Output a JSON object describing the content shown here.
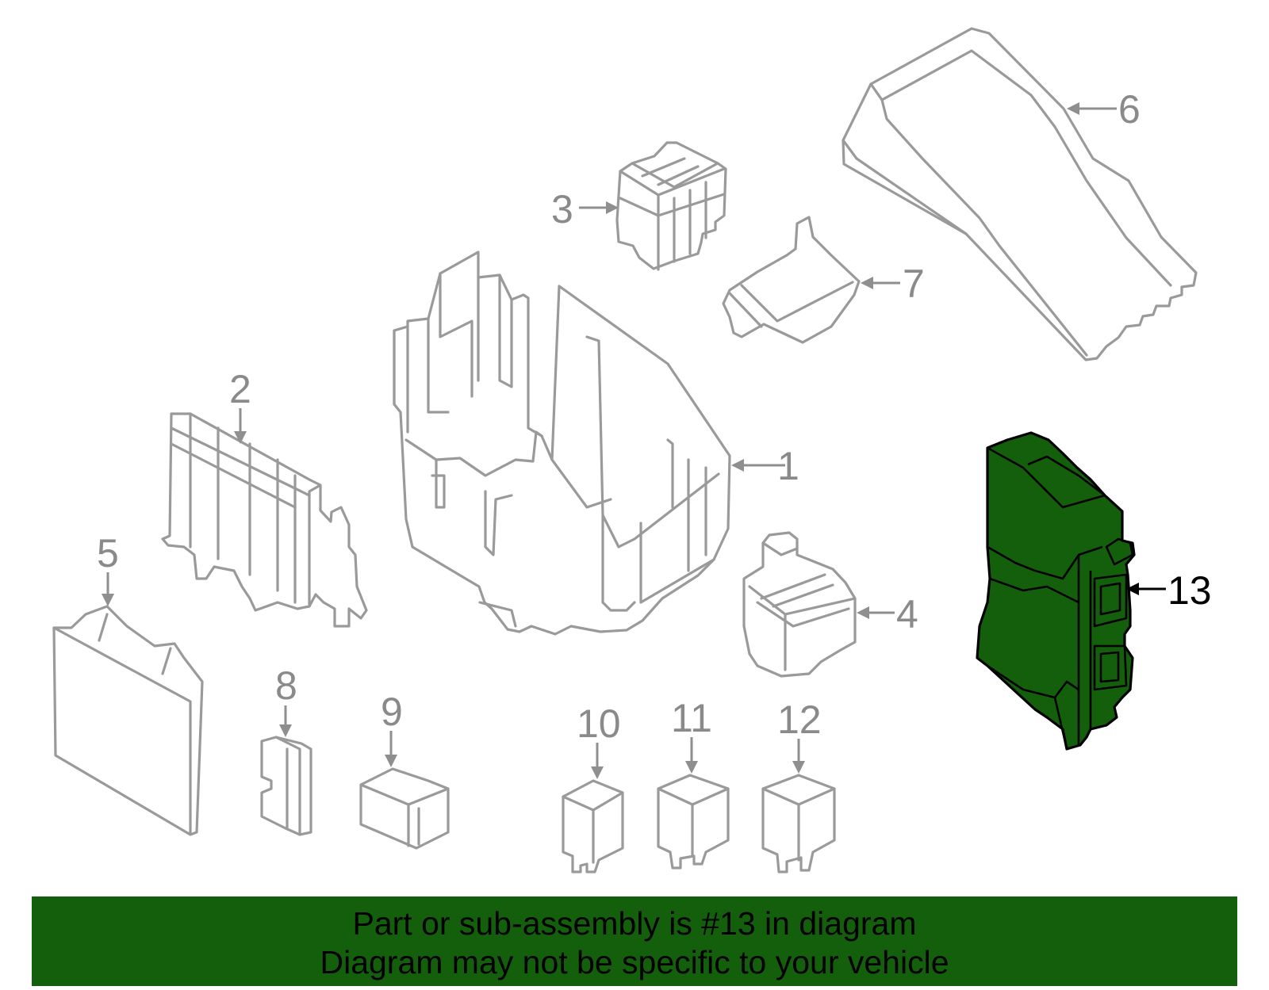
{
  "callouts": {
    "n1": "1",
    "n2": "2",
    "n3": "3",
    "n4": "4",
    "n5": "5",
    "n6": "6",
    "n7": "7",
    "n8": "8",
    "n9": "9",
    "n10": "10",
    "n11": "11",
    "n12": "12",
    "n13": "13"
  },
  "highlighted_part": "13",
  "banner": {
    "line1": "Part or sub-assembly is #13 in diagram",
    "line2": "Diagram may not be specific to your vehicle"
  },
  "colors": {
    "highlight_fill": "#135f0b",
    "banner_background": "#135f0b",
    "part_outline": "#9a9a9a",
    "highlight_outline": "#000000"
  }
}
